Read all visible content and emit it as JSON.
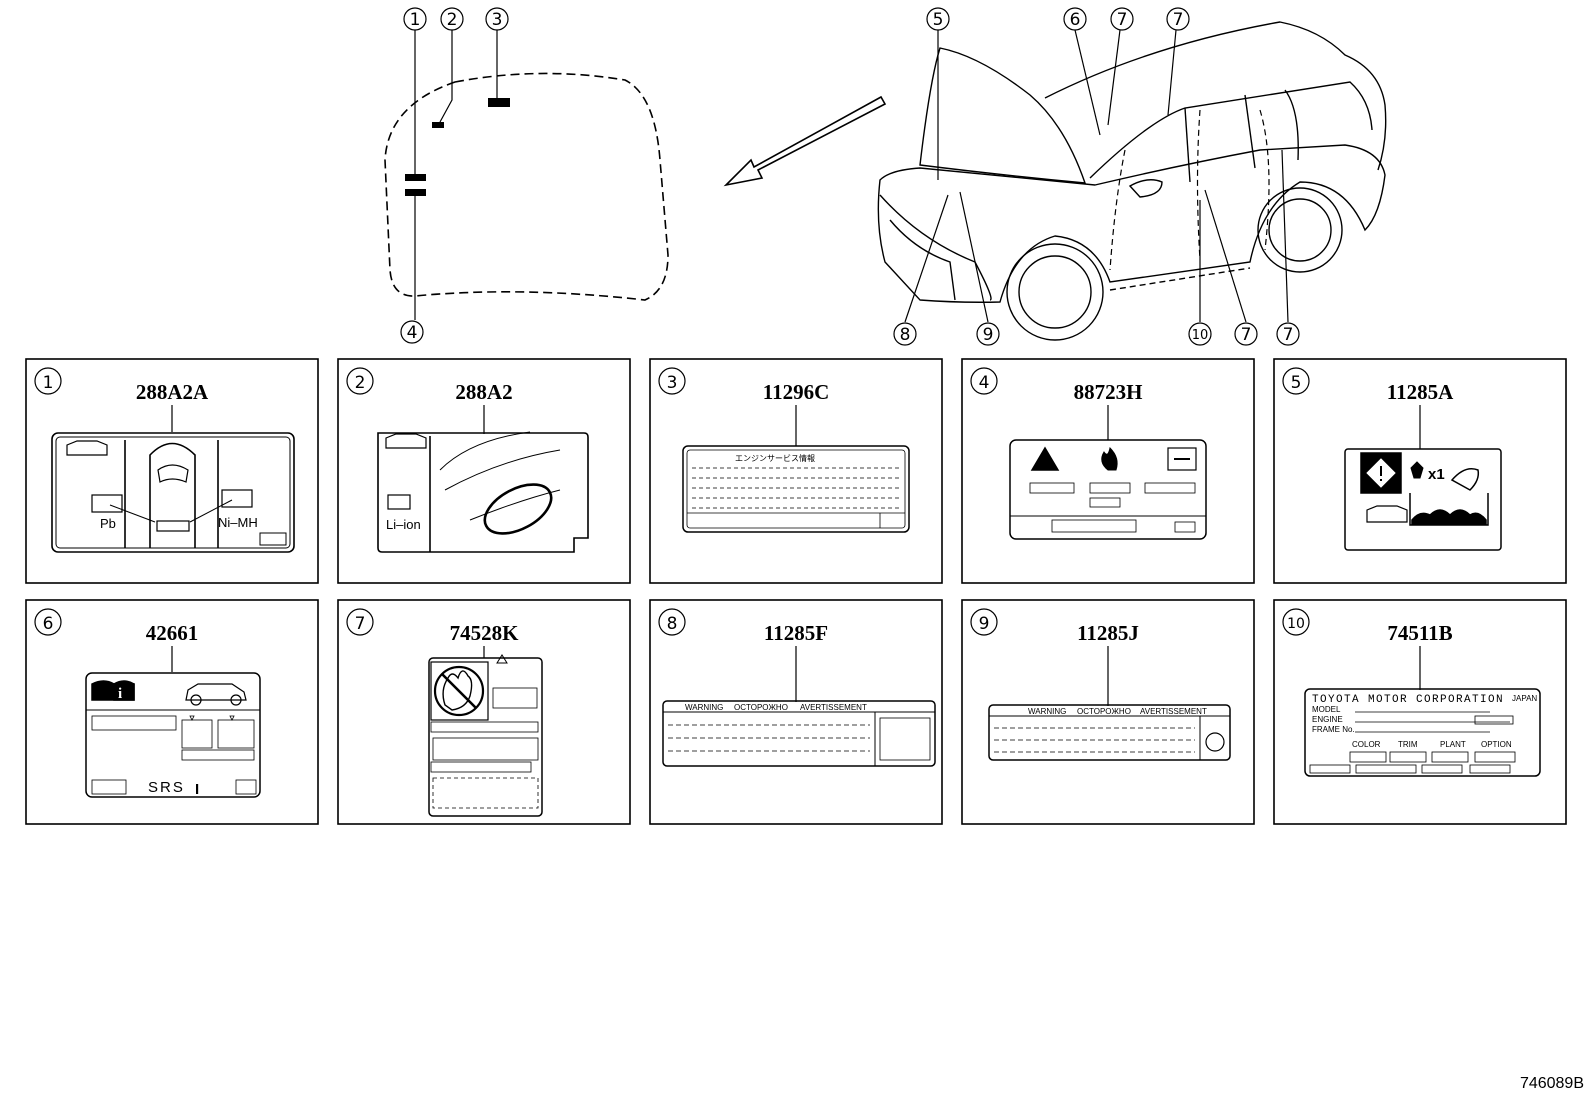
{
  "callouts": [
    "1",
    "2",
    "3",
    "4",
    "5",
    "6",
    "7",
    "8",
    "9",
    "10"
  ],
  "panels": [
    {
      "num": "1",
      "part": "288A2A",
      "labels": [
        "Pb",
        "Ni–MH"
      ]
    },
    {
      "num": "2",
      "part": "288A2",
      "labels": [
        "Li–ion"
      ]
    },
    {
      "num": "3",
      "part": "11296C",
      "labels": [
        "エンジンサービス情報"
      ]
    },
    {
      "num": "4",
      "part": "88723H",
      "labels": []
    },
    {
      "num": "5",
      "part": "11285A",
      "labels": [
        "x1"
      ]
    },
    {
      "num": "6",
      "part": "42661",
      "labels": [
        "SRS",
        "I"
      ]
    },
    {
      "num": "7",
      "part": "74528K",
      "labels": []
    },
    {
      "num": "8",
      "part": "11285F",
      "labels": [
        "WARNING",
        "OCTOPOЖHO",
        "AVERTISSEMENT"
      ]
    },
    {
      "num": "9",
      "part": "11285J",
      "labels": [
        "WARNING",
        "OCTOPOЖHO",
        "AVERTISSEMENT"
      ]
    },
    {
      "num": "10",
      "part": "74511B",
      "labels": [
        "TOYOTA MOTOR CORPORATION",
        "JAPAN",
        "MODEL",
        "ENGINE",
        "FRAME No.",
        "COLOR",
        "TRIM",
        "PLANT",
        "OPTION"
      ]
    }
  ],
  "drawing_code": "746089B"
}
